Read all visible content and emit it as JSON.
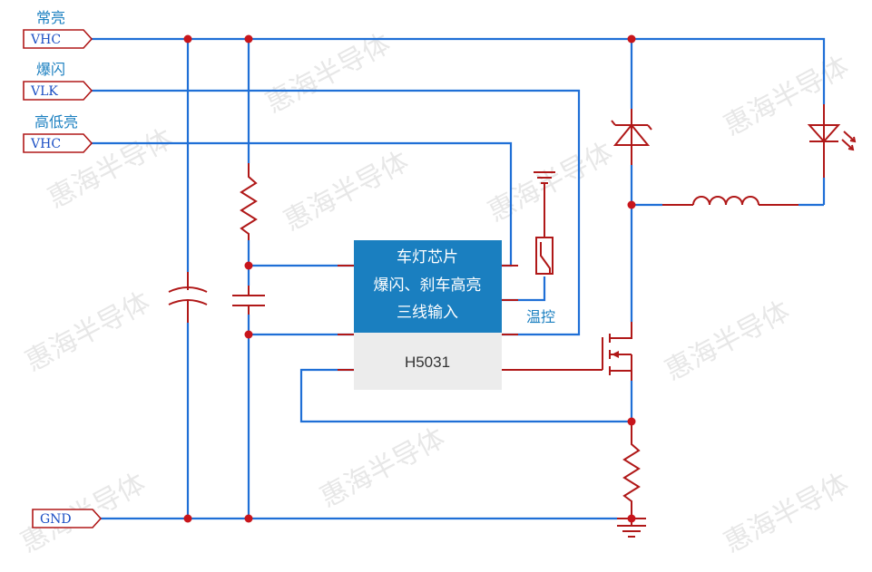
{
  "ports": [
    {
      "label": "VHC",
      "caption": "常亮"
    },
    {
      "label": "VLK",
      "caption": "爆闪"
    },
    {
      "label": "VHC",
      "caption": "高低亮"
    },
    {
      "label": "GND",
      "caption": ""
    }
  ],
  "chip": {
    "title": "车灯芯片",
    "line2": "爆闪、刹车高亮",
    "line3": "三线输入",
    "part": "H5031"
  },
  "temp_label": "温控",
  "watermark": "惠海半导体",
  "colors": {
    "wire": "#1f6fd6",
    "component": "#b01818",
    "chip_top": "#1a7fc0",
    "chip_bottom": "#ececec",
    "junction": "#c8151b"
  }
}
